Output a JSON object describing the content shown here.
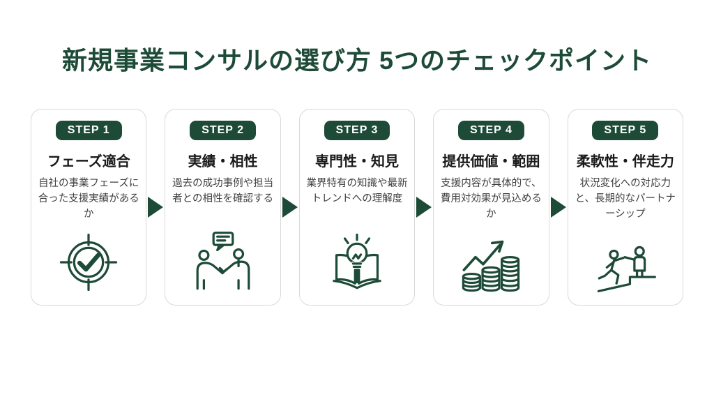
{
  "title": "新規事業コンサルの選び方 5つのチェックポイント",
  "colors": {
    "accent_green": "#1d4b38",
    "background": "#ffffff",
    "card_border": "#d9d9d9",
    "heading_text": "#1a1a1a",
    "body_text": "#3f3f3f",
    "badge_text": "#ffffff"
  },
  "steps": [
    {
      "badge": "STEP 1",
      "heading": "フェーズ適合",
      "description": "自社の事業フェーズに合った支援実績があるか",
      "icon": "target-check-icon"
    },
    {
      "badge": "STEP 2",
      "heading": "実績・相性",
      "description": "過去の成功事例や担当者との相性を確認する",
      "icon": "handshake-chat-icon"
    },
    {
      "badge": "STEP 3",
      "heading": "専門性・知見",
      "description": "業界特有の知識や最新トレンドへの理解度",
      "icon": "book-lightbulb-icon"
    },
    {
      "badge": "STEP 4",
      "heading": "提供価値・範囲",
      "description": "支援内容が具体的で、費用対効果が見込めるか",
      "icon": "coins-growth-icon"
    },
    {
      "badge": "STEP 5",
      "heading": "柔軟性・伴走力",
      "description": "状況変化への対応力と、長期的なパートナーシップ",
      "icon": "partnership-climb-icon"
    }
  ]
}
